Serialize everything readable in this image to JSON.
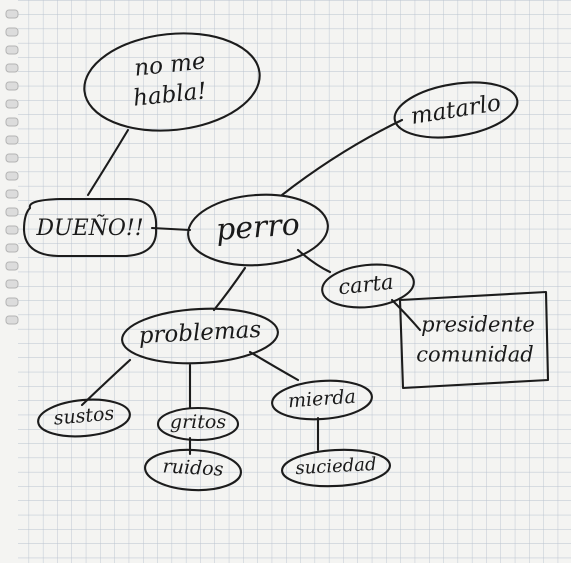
{
  "mindmap": {
    "nodes": {
      "no_me_habla": {
        "line1": "no me",
        "line2": "habla!"
      },
      "matarlo": "matarlo",
      "dueno": "DUEÑO!!",
      "perro": "perro",
      "carta": "carta",
      "presidente": {
        "line1": "presidente",
        "line2": "comunidad"
      },
      "problemas": "problemas",
      "sustos": "sustos",
      "gritos": "gritos",
      "ruidos": "ruidos",
      "mierda": "mierda",
      "suciedad": "suciedad"
    },
    "colors": {
      "ink": "#1c1c1c",
      "paper": "#f4f4f2",
      "grid": "#b9c2cf"
    }
  }
}
